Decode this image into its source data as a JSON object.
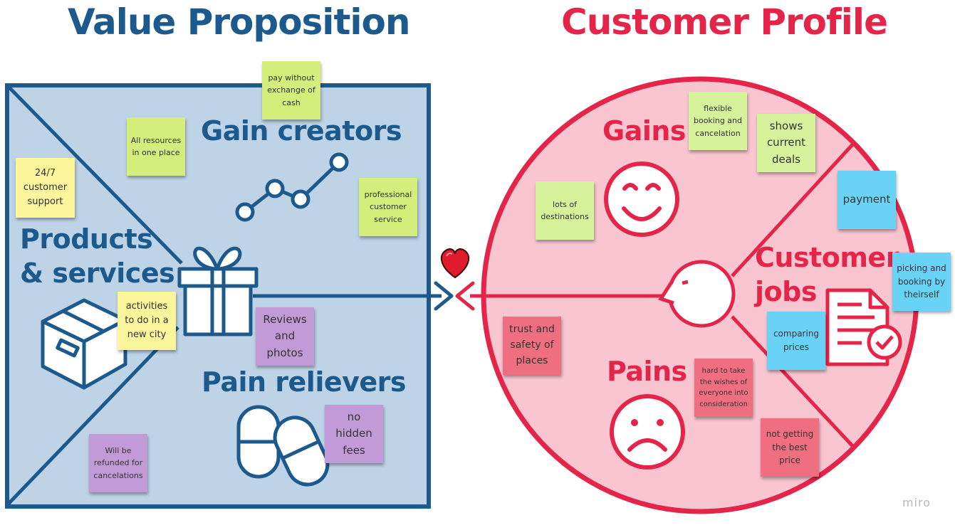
{
  "titles": {
    "value_proposition": "Value Proposition",
    "customer_profile": "Customer Profile"
  },
  "sections": {
    "gain_creators": "Gain creators",
    "products_line1": "Products",
    "products_line2": "& services",
    "pain_relievers": "Pain relievers",
    "gains": "Gains",
    "pains": "Pains",
    "jobs_line1": "Customer",
    "jobs_line2": "jobs"
  },
  "stickies": {
    "pay_without_cash": "pay without exchange of cash",
    "all_resources": "All resources in one place",
    "customer_support": "24/7 customer support",
    "professional_service": "professional customer service",
    "activities": "activities to do in a new city",
    "reviews": "Reviews and photos",
    "no_hidden_fees": "no hidden fees",
    "refunded": "Will be refunded for cancelations",
    "flexible_booking": "flexible booking and cancelation",
    "current_deals": "shows current deals",
    "lots_destinations": "lots of destinations",
    "payment": "payment",
    "picking_booking": "picking and booking by theirself",
    "comparing_prices": "comparing prices",
    "trust_safety": "trust and safety of places",
    "hard_to_take": "hard to take the wishes of everyone into consideration",
    "not_best_price": "not getting the best price"
  },
  "footer": {
    "brand": "miro"
  },
  "colors": {
    "blue": "#1c5a8e",
    "blue_fill": "#bed3e6",
    "red": "#e5244a",
    "pink_fill": "#f8c5d1"
  }
}
